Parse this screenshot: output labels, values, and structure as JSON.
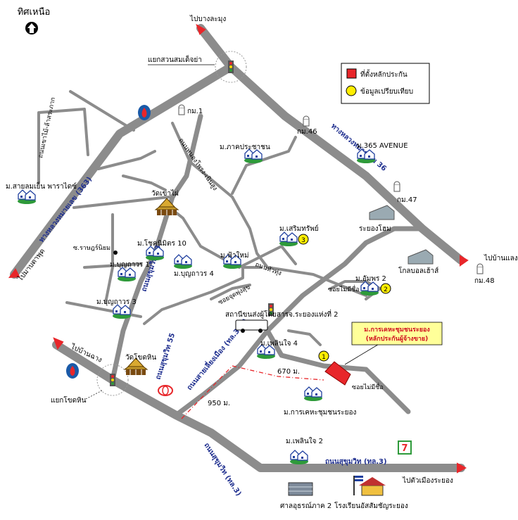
{
  "compass": {
    "label": "ทิศเหนือ"
  },
  "legend": {
    "property_label": "ที่ตั้งหลักประกัน",
    "comparable_label": "ข้อมูลเปรียบเทียบ",
    "property_color": "#e8262a",
    "comparable_color": "#ffee00"
  },
  "destinations": {
    "bangkok_north": "ไปบางละมุง",
    "makham": "ไปมาบตาพุด",
    "ban_chang": "ไปบ้านฉาง",
    "ban_laeng": "ไปบ้านแลง",
    "rayong_city": "ไปตัวเมืองระยอง"
  },
  "junctions": {
    "suan_somdet": "แยกสวนสมเด็จย่า",
    "khot_hin": "แยกโขดหิน"
  },
  "roads": {
    "hwy36": "ทางหลวงหมายเลข 36",
    "hwy363": "ทางหลวงหมายเลข (363)",
    "sukhumvit_rd3": "ถนนสุขุมวิท (ทล.3)",
    "sukhumvit_rd3_b": "ถนนสุขุมวิท (ทล.3)",
    "sukhumvit53": "ถนนสุขุมวิท 53",
    "sukhumvit55": "ถนนสุขุมวิท 55",
    "bypass364": "ถนนสายเลี่ยงเมือง (ทล.364)",
    "huathung": "ถนนหัวทุ่ง",
    "nongpho": "ถนนหนองโพรง-เนินสูง",
    "khaonoi": "ถนนเขาไม้-ล้าสระภาก",
    "soi_unnamed_1": "ซอยไม่มีชื่อ",
    "soi_unnamed_2": "ซอยไม่มีชื่อ",
    "soi_phaisit": "ซอยจุดพุ่งสุข",
    "soi_ratchaburi": "ซ.ราษฎร์นิยม"
  },
  "km_markers": {
    "km1": "กม.1",
    "km46": "กม.46",
    "km47": "กม.47",
    "km48": "กม.48"
  },
  "places": {
    "sai_lom_yen": "ม.สายลมเย็น พาราไดซ์",
    "wat_khao_phai": "วัดเขาไผ่",
    "pak_prachachon": "ม.ภาคประชาชน",
    "avenue365": "ม.365  AVENUE",
    "rayong_home": "ระยองโฮม",
    "soemsap": "ม.เสริมทรัพย์",
    "global_house": "โกลบอลเฮ้าส์",
    "amporn2": "ม.อัมพร 2",
    "chokmit10": "ม.โชคนิมิตร 10",
    "bunthawon1": "ม.บุญถาวร 1",
    "bunthawon4": "ม.บุญถาวร 4",
    "bunthawon3": "ม.บุญถาวร 3",
    "fa_mai": "ม.ฟ้าใหม่",
    "bus_station": "สถานีขนส่งผู้โดยสารจ.ระยองแห่งที่ 2",
    "phloen_jai4": "ม.เพลินใจ 4",
    "wat_khot_hin": "วัดโขดหิน",
    "karakhet": "ม.การเคหะชุมชนระยอง",
    "phloen_jai2": "ม.เพลินใจ 2",
    "court": "ศาลอุธรณ์ภาค 2",
    "school": "โรงเรียนอัสสัมชัญระยอง"
  },
  "callout": {
    "line1": "ม.การเคหะชุมชนระยอง",
    "line2": "(หลักประกันผู้จ้างขาย)"
  },
  "markers": {
    "m1": "1",
    "m2": "2",
    "m3": "3"
  },
  "distances": {
    "d670": "670 ม.",
    "d950": "950 ม."
  },
  "colors": {
    "road": "#8c8c8c",
    "road_label": "#1f2f8f",
    "arrow": "#e8262a",
    "house_green": "#2e9a3a",
    "house_blue": "#1f3f9f"
  }
}
